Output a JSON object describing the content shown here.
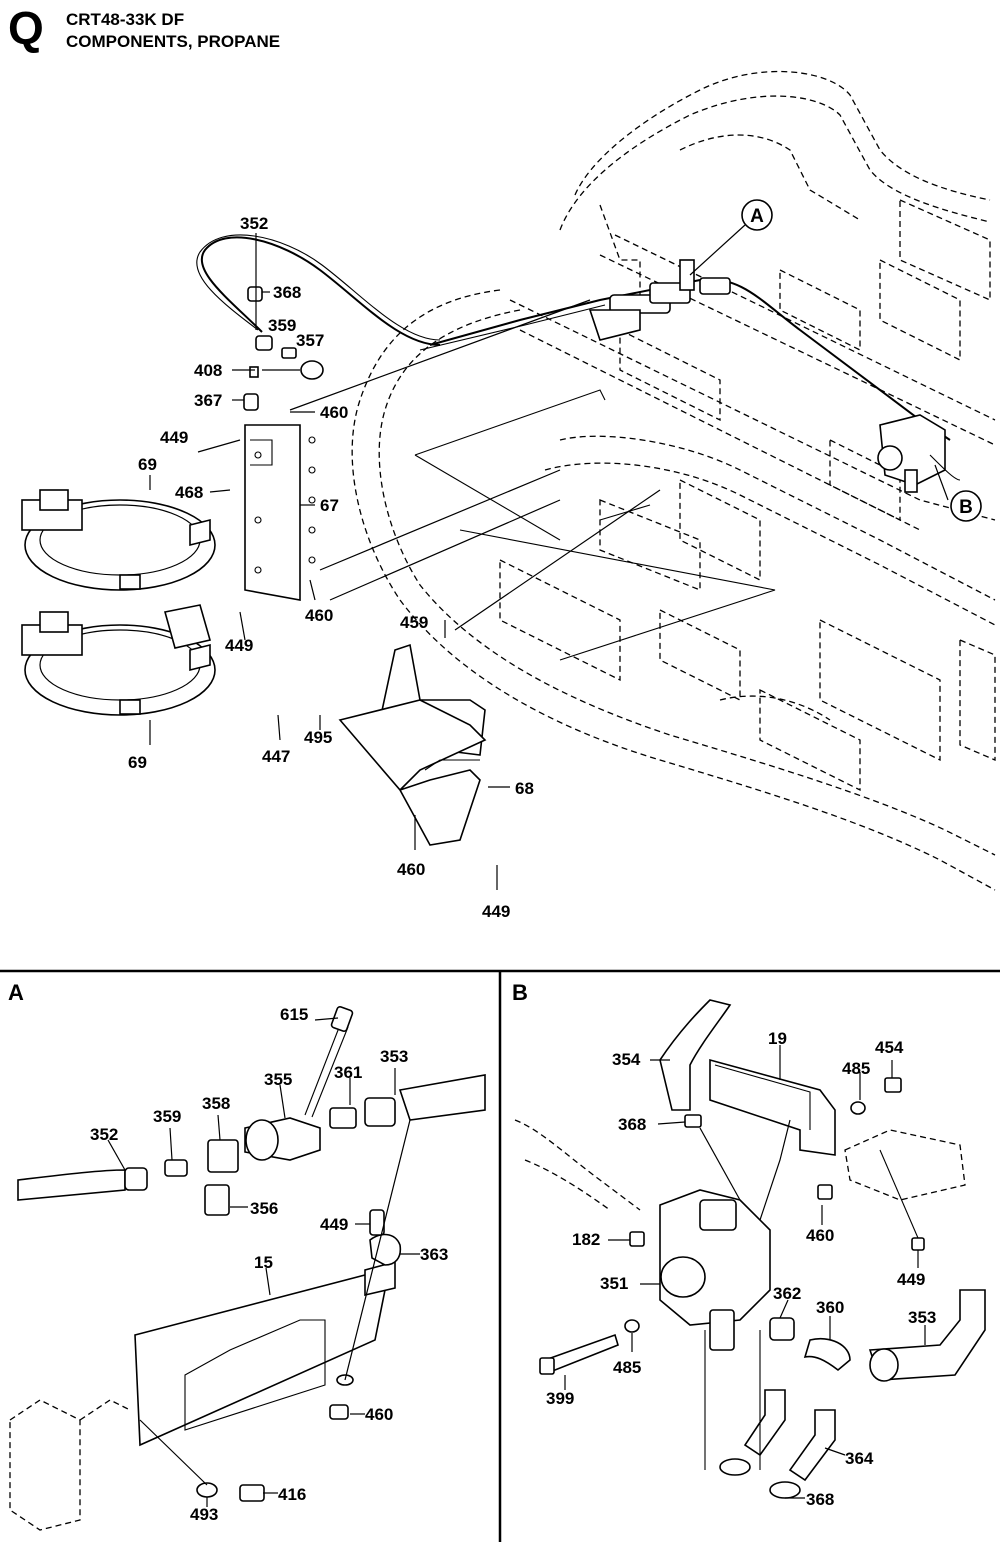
{
  "header": {
    "section_letter": "Q",
    "model": "CRT48-33K DF",
    "subtitle": "COMPONENTS, PROPANE"
  },
  "main_view": {
    "detail_refs": [
      "A",
      "B"
    ],
    "callouts": [
      "352",
      "368",
      "359",
      "357",
      "408",
      "367",
      "460",
      "449",
      "69",
      "468",
      "67",
      "460",
      "449",
      "69",
      "459",
      "447",
      "495",
      "68",
      "460",
      "449"
    ]
  },
  "detail_a": {
    "label": "A",
    "callouts": [
      "615",
      "353",
      "355",
      "361",
      "358",
      "352",
      "359",
      "356",
      "449",
      "363",
      "15",
      "460",
      "493",
      "416"
    ]
  },
  "detail_b": {
    "label": "B",
    "callouts": [
      "19",
      "454",
      "354",
      "485",
      "368",
      "460",
      "182",
      "449",
      "351",
      "362",
      "360",
      "353",
      "485",
      "399",
      "364",
      "368"
    ]
  }
}
